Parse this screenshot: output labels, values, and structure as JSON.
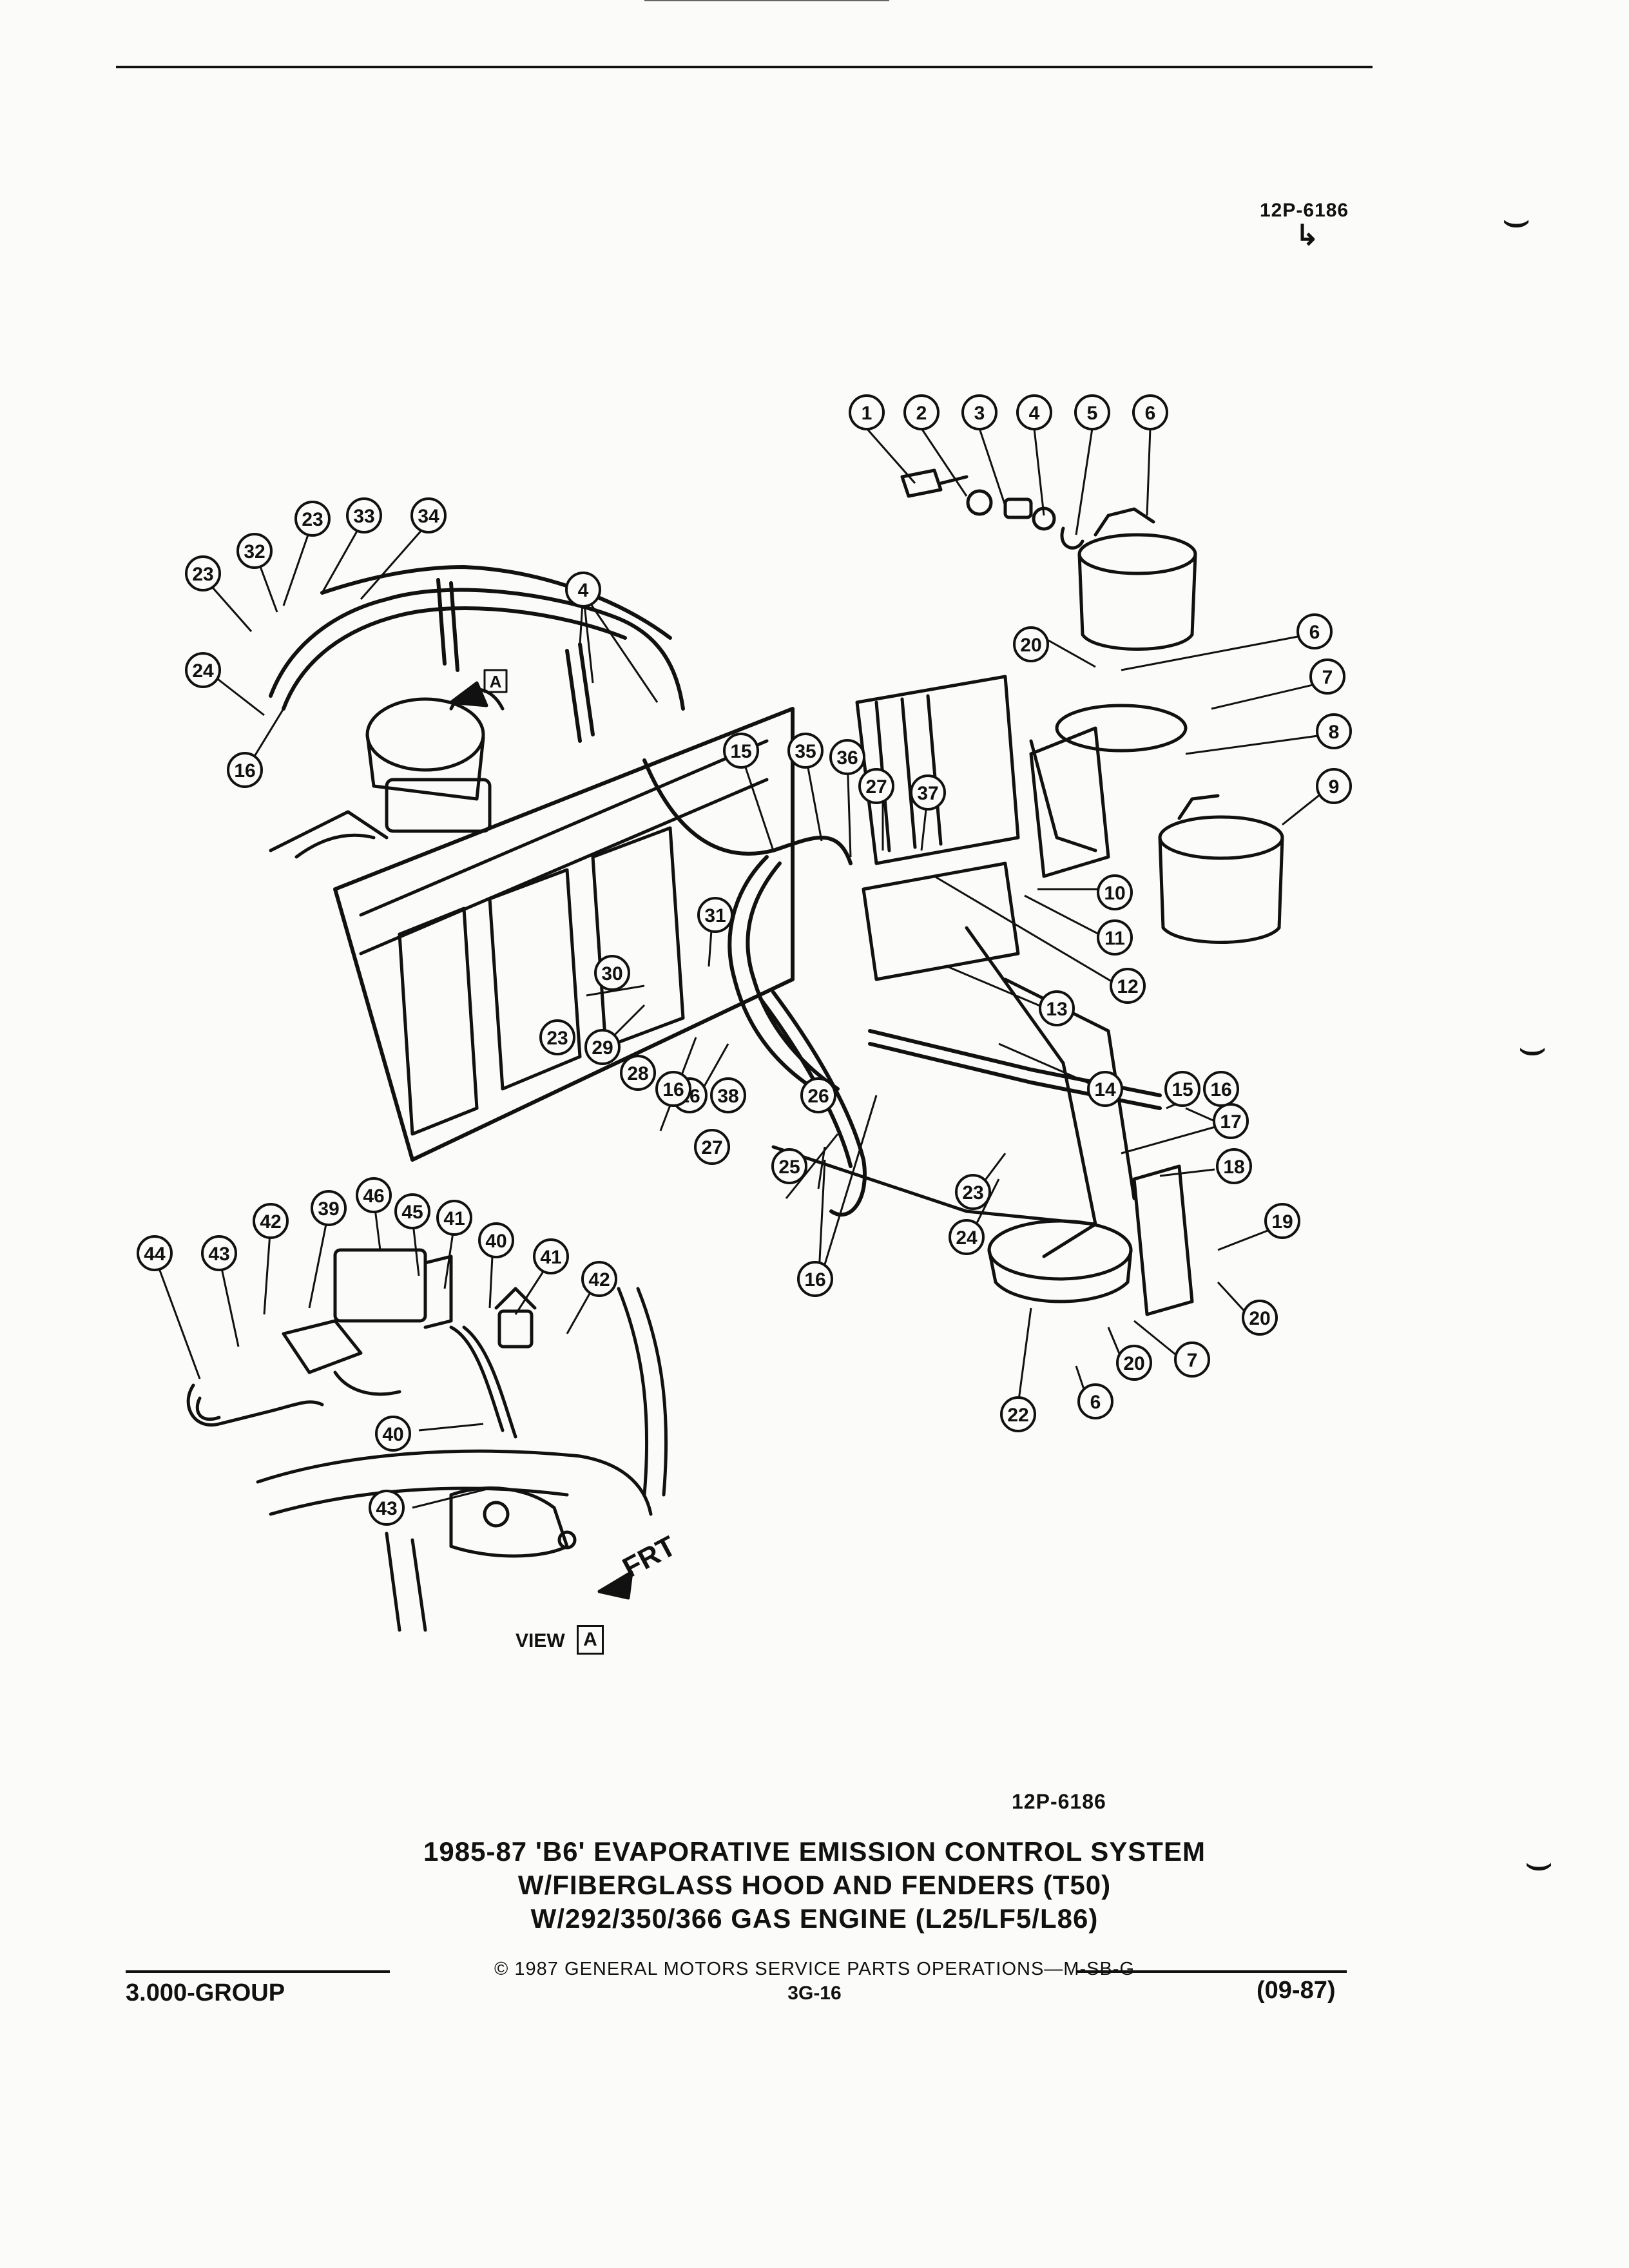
{
  "diagram_code_top": "12P-6186",
  "diagram_code_bottom": "12P-6186",
  "title_lines": [
    "1985-87 'B6' EVAPORATIVE EMISSION CONTROL SYSTEM",
    "W/FIBERGLASS HOOD AND FENDERS (T50)",
    "W/292/350/366 GAS ENGINE (L25/LF5/L86)"
  ],
  "copyright": "© 1987 GENERAL MOTORS SERVICE PARTS OPERATIONS—M-SB-G",
  "page_number": "3G-16",
  "group": "3.000-GROUP",
  "revision_date": "(09-87)",
  "view_label": "VIEW",
  "view_letter": "A",
  "callout_view_letter": "A",
  "front_label": "FRT",
  "callouts": [
    "1",
    "2",
    "3",
    "4",
    "5",
    "6",
    "20",
    "6",
    "7",
    "8",
    "9",
    "10",
    "11",
    "12",
    "13",
    "14",
    "15",
    "16",
    "17",
    "18",
    "19",
    "20",
    "7",
    "20",
    "6",
    "22",
    "23",
    "24",
    "16",
    "25",
    "26",
    "27",
    "16",
    "38",
    "16",
    "28",
    "29",
    "23",
    "30",
    "31",
    "15",
    "35",
    "36",
    "27",
    "37",
    "4",
    "23",
    "32",
    "23",
    "33",
    "34",
    "24",
    "16",
    "44",
    "43",
    "42",
    "39",
    "46",
    "45",
    "41",
    "40",
    "41",
    "42",
    "40",
    "43"
  ]
}
